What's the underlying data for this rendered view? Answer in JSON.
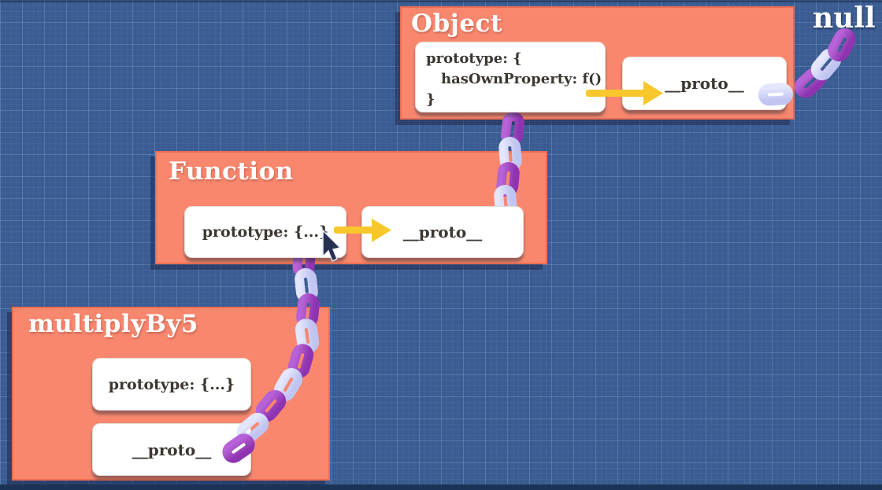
{
  "palette": {
    "background": "#3b5c92",
    "grid_line": "#cddef8",
    "box_fill": "#f8876e",
    "box_shadow": "#182040",
    "card_fill": "#ffffff",
    "card_text": "#3c3731",
    "title_text": "#ffffff",
    "arrow_yellow": "#f8c72b",
    "chain_purple": "#8f34b0",
    "chain_purple_light": "#b763d7",
    "chain_lavender": "#bfc4f1",
    "chain_lavender_light": "#e3e6fc"
  },
  "diagram": {
    "null_label": "null",
    "object": {
      "title": "Object",
      "prototype_lines": [
        "prototype: {",
        "hasOwnProperty: f()",
        "}"
      ],
      "proto_label": "__proto__"
    },
    "function": {
      "title": "Function",
      "prototype_label": "prototype: {...}",
      "proto_label": "__proto__"
    },
    "multiplyBy5": {
      "title": "multiplyBy5",
      "prototype_label": "prototype: {...}",
      "proto_label": "__proto__"
    }
  }
}
